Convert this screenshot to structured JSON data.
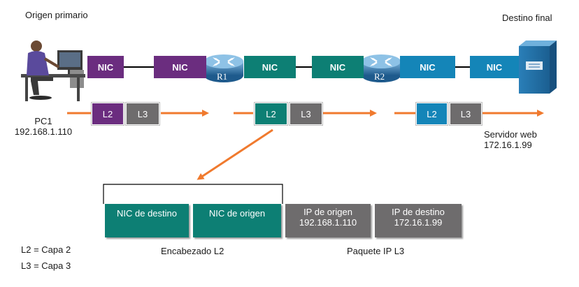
{
  "labels": {
    "origin": "Origen primario",
    "destination": "Destino final",
    "pc_name": "PC1",
    "pc_ip": "192.168.1.110",
    "server_name": "Servidor web",
    "server_ip": "172.16.1.99",
    "legend_l2": "L2 = Capa 2",
    "legend_l3": "L3 = Capa 3",
    "l2_header": "Encabezado L2",
    "l3_packet": "Paquete IP L3"
  },
  "routers": {
    "r1": "R1",
    "r2": "R2"
  },
  "nics": [
    "NIC",
    "NIC",
    "NIC",
    "NIC",
    "NIC",
    "NIC"
  ],
  "frames": {
    "l2": "L2",
    "l3": "L3"
  },
  "detail": {
    "dest_nic": "NIC de destino",
    "src_nic": "NIC de origen",
    "src_ip_label": "IP de origen",
    "src_ip_value": "192.168.1.110",
    "dst_ip_label": "IP de destino",
    "dst_ip_value": "172.16.1.99"
  },
  "colors": {
    "segment1": "#6b2d7f",
    "segment2": "#0d7f74",
    "segment3": "#1485b8",
    "layer3": "#6e6c6d",
    "arrow": "#f07a2e"
  }
}
